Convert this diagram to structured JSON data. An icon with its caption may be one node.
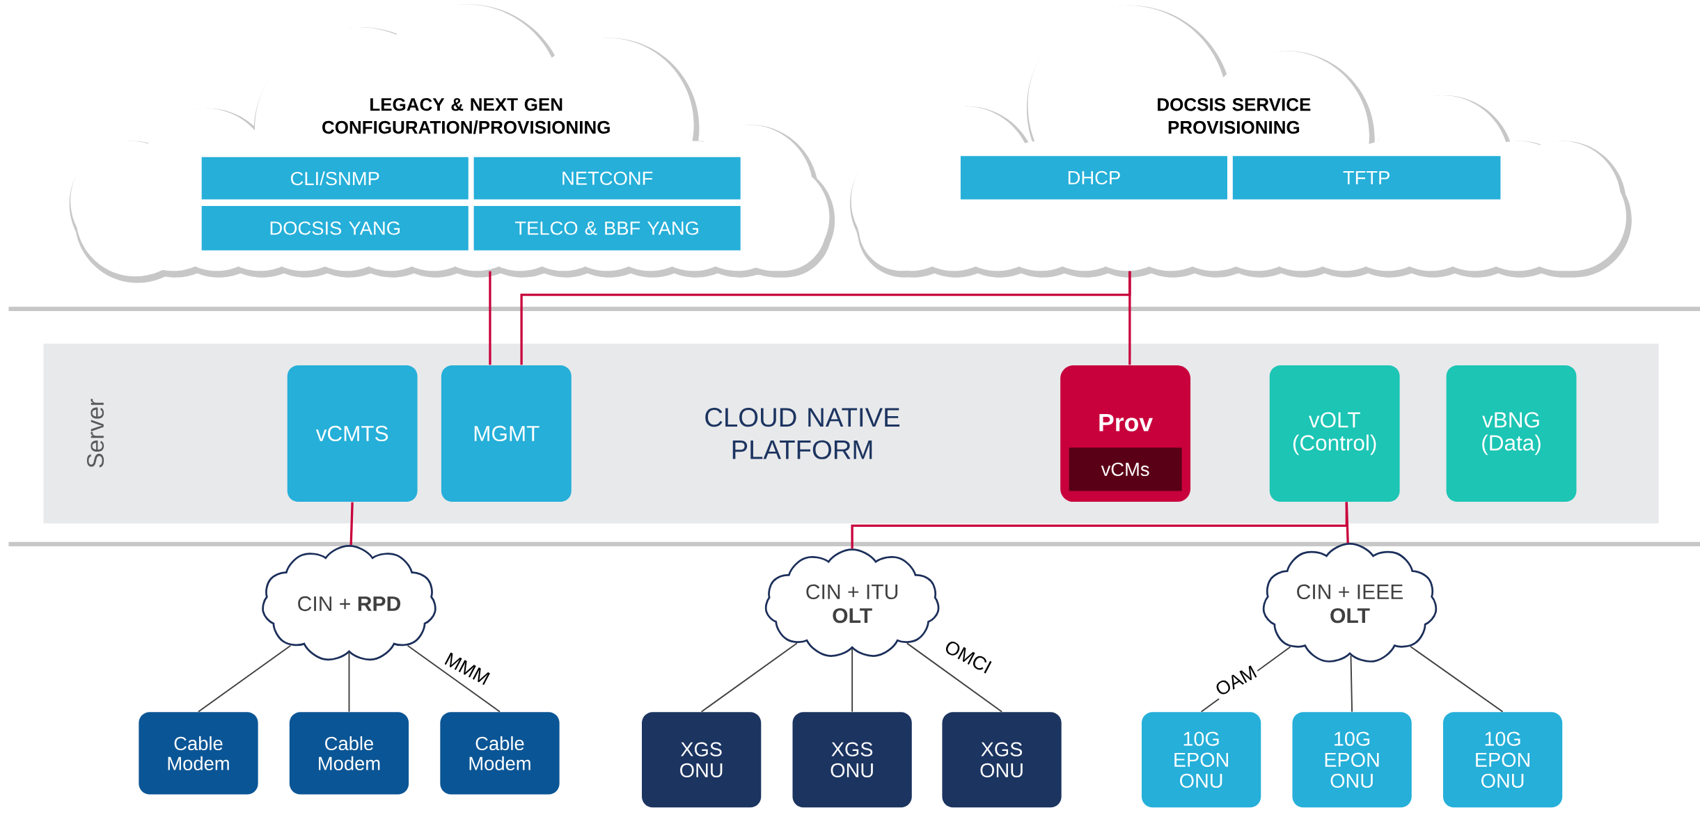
{
  "diagram": {
    "nodes": [
      {
        "text": [
          "LEGACY & NEXT GEN CONFIGURATION/PROVISIONING"
        ]
      },
      {
        "text": [
          "CLI/SNMP"
        ],
        "in": 0
      },
      {
        "text": [
          "NETCONF"
        ],
        "in": 0
      },
      {
        "text": [
          "DOCSIS YANG"
        ],
        "in": 0
      },
      {
        "text": [
          "TELCO & BBF YANG"
        ],
        "in": 0
      },
      {
        "text": [
          "DOCSIS SERVICE PROVISIONING"
        ]
      },
      {
        "text": [
          "DHCP"
        ],
        "in": 5
      },
      {
        "text": [
          "TFTP"
        ],
        "in": 5
      },
      {
        "text": [
          "Server",
          "CLOUD NATIVE PLATFORM"
        ]
      },
      {
        "text": [
          "vCMTS"
        ],
        "in": 8
      },
      {
        "text": [
          "MGMT"
        ],
        "in": 8
      },
      {
        "text": [
          "Prov"
        ],
        "in": 8
      },
      {
        "text": [
          "vCMs"
        ],
        "in": 11
      },
      {
        "text": [
          "vOLT (Control)"
        ],
        "in": 8
      },
      {
        "text": [
          "vBNG (Data)"
        ],
        "in": 8
      },
      {
        "text": [
          "CIN + **RPD**"
        ]
      },
      {
        "text": [
          "CIN + ITU",
          "OLT"
        ]
      },
      {
        "text": [
          "CIN + IEEE",
          "OLT"
        ]
      },
      {
        "text": [
          "Cable Modem"
        ]
      },
      {
        "text": [
          "Cable Modem"
        ]
      },
      {
        "text": [
          "Cable Modem"
        ]
      },
      {
        "text": [
          "XGS ONU"
        ]
      },
      {
        "text": [
          "XGS ONU"
        ]
      },
      {
        "text": [
          "XGS ONU"
        ]
      },
      {
        "text": [
          "10G EPON ONU"
        ]
      },
      {
        "text": [
          "10G EPON ONU"
        ]
      },
      {
        "text": [
          "10G EPON ONU"
        ]
      }
    ],
    "edges": [
      {
        "from": 0,
        "to": 10,
        "arrow": "none",
        "color": "#c8003c"
      },
      {
        "from": 5,
        "to": 10,
        "arrow": "none",
        "color": "#c8003c"
      },
      {
        "from": 5,
        "to": 11,
        "arrow": "none",
        "color": "#c8003c"
      },
      {
        "from": 9,
        "to": 15,
        "arrow": "none",
        "color": "#c8003c"
      },
      {
        "from": 13,
        "to": 16,
        "arrow": "none",
        "color": "#c8003c"
      },
      {
        "from": 13,
        "to": 17,
        "arrow": "none",
        "color": "#c8003c"
      },
      {
        "from": 15,
        "to": 18,
        "arrow": "none"
      },
      {
        "from": 15,
        "to": 19,
        "arrow": "none"
      },
      {
        "from": 15,
        "to": 20,
        "arrow": "none",
        "label": "MMM"
      },
      {
        "from": 16,
        "to": 21,
        "arrow": "none"
      },
      {
        "from": 16,
        "to": 22,
        "arrow": "none"
      },
      {
        "from": 16,
        "to": 23,
        "arrow": "none",
        "label": "OMCI"
      },
      {
        "from": 17,
        "to": 24,
        "arrow": "none",
        "label": "OAM"
      },
      {
        "from": 17,
        "to": 25,
        "arrow": "none"
      },
      {
        "from": 17,
        "to": 26,
        "arrow": "none"
      }
    ]
  }
}
